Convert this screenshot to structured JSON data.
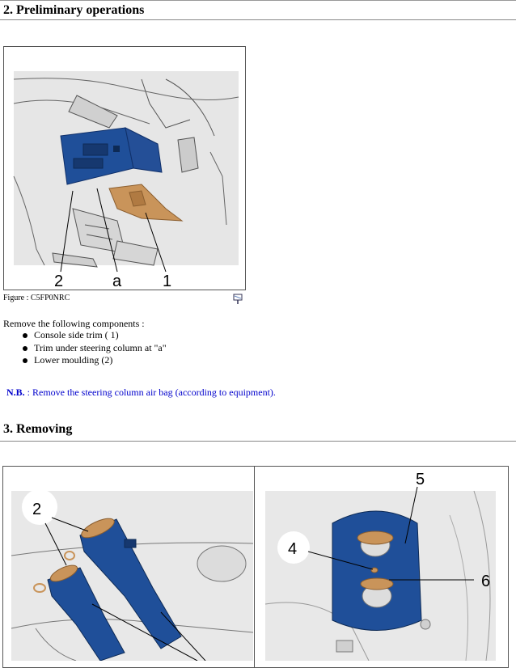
{
  "section2": {
    "title": "2. Preliminary operations"
  },
  "figure": {
    "caption": "Figure : C5FP0NRC",
    "callouts": {
      "c1": "1",
      "c2": "2",
      "ca": "a"
    }
  },
  "intro": "Remove the following components :",
  "components": [
    "Console side trim ( 1)",
    "Trim under steering column at \"a\"",
    "Lower moulding (2)"
  ],
  "note": {
    "label": "N.B.",
    "text": " : Remove the steering column air bag (according to equipment)."
  },
  "section3": {
    "title": "3. Removing"
  },
  "figure2": {
    "callouts": {
      "c2": "2"
    }
  },
  "figure3": {
    "callouts": {
      "c4": "4",
      "c5": "5",
      "c6": "6"
    }
  },
  "colors": {
    "blue": "#1f4f99",
    "tan": "#c9945a",
    "note": "#0000cc"
  }
}
